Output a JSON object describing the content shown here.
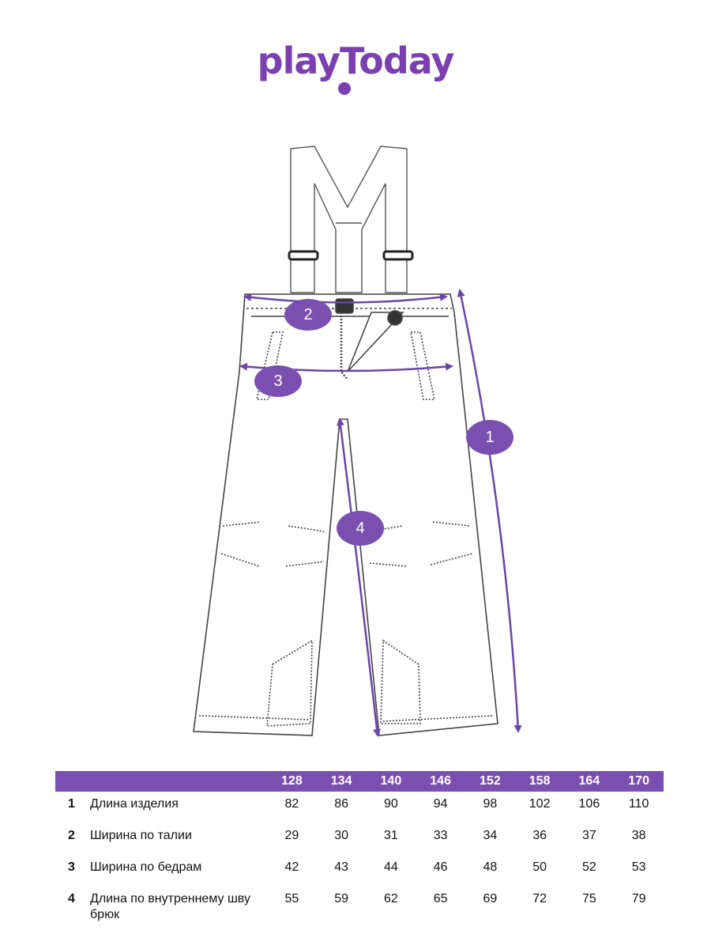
{
  "brand": {
    "logo_text": "playToday",
    "accent_color": "#7a4fb0"
  },
  "markers": [
    {
      "id": "1",
      "label": "1"
    },
    {
      "id": "2",
      "label": "2"
    },
    {
      "id": "3",
      "label": "3"
    },
    {
      "id": "4",
      "label": "4"
    }
  ],
  "size_table": {
    "sizes": [
      "128",
      "134",
      "140",
      "146",
      "152",
      "158",
      "164",
      "170"
    ],
    "rows": [
      {
        "num": "1",
        "name": "Длина изделия",
        "values": [
          "82",
          "86",
          "90",
          "94",
          "98",
          "102",
          "106",
          "110"
        ]
      },
      {
        "num": "2",
        "name": "Ширина по талии",
        "values": [
          "29",
          "30",
          "31",
          "33",
          "34",
          "36",
          "37",
          "38"
        ]
      },
      {
        "num": "3",
        "name": "Ширина по бедрам",
        "values": [
          "42",
          "43",
          "44",
          "46",
          "48",
          "50",
          "52",
          "53"
        ]
      },
      {
        "num": "4",
        "name": "Длина по внутреннему шву брюк",
        "values": [
          "55",
          "59",
          "62",
          "65",
          "69",
          "72",
          "75",
          "79"
        ]
      }
    ]
  }
}
